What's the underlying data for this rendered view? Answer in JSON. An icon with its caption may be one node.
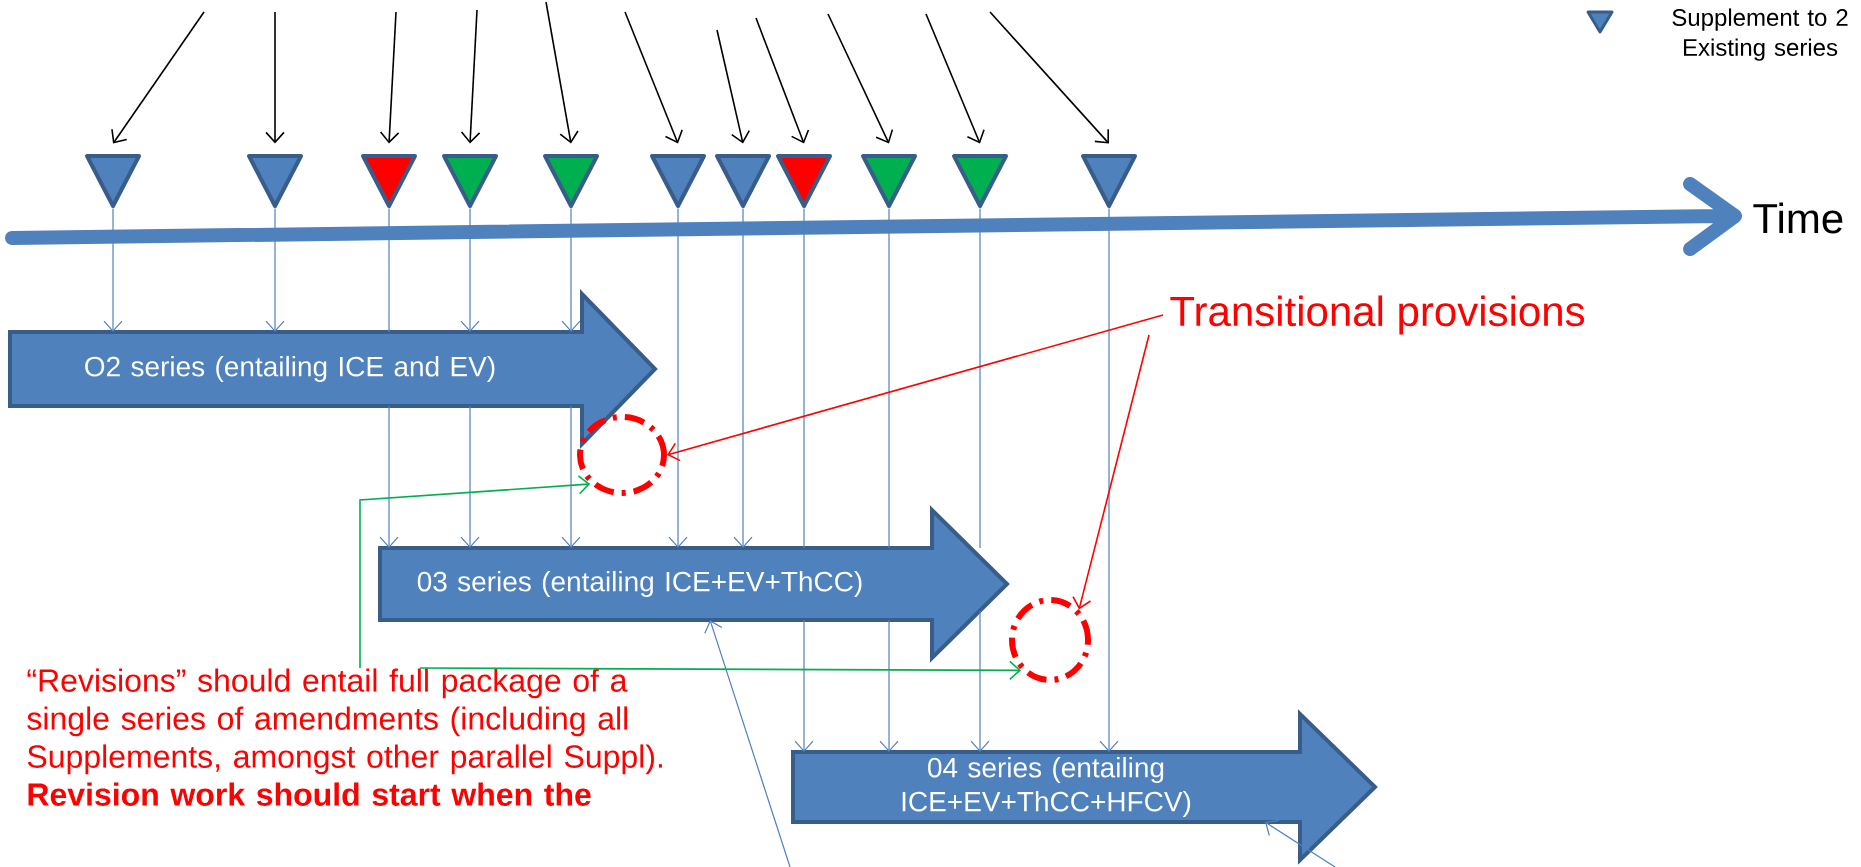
{
  "diagram": {
    "nodes": [
      {
        "text": [],
        "shape": "triangle"
      },
      {
        "text": [],
        "shape": "triangle"
      },
      {
        "text": [],
        "shape": "triangle"
      },
      {
        "text": [],
        "shape": "triangle"
      },
      {
        "text": [],
        "shape": "triangle"
      },
      {
        "text": [],
        "shape": "triangle"
      },
      {
        "text": [],
        "shape": "triangle"
      },
      {
        "text": [],
        "shape": "triangle"
      },
      {
        "text": [],
        "shape": "triangle"
      },
      {
        "text": [],
        "shape": "triangle"
      },
      {
        "text": [],
        "shape": "triangle"
      },
      {
        "text": [
          "O2 series (entailing ICE and EV)"
        ]
      },
      {
        "text": [
          "03 series (entailing ICE+EV+ThCC)"
        ]
      },
      {
        "text": [
          "04 series (entailing ICE+EV+ThCC+HFCV)"
        ]
      },
      {
        "text": [],
        "shape": "ellipse"
      },
      {
        "text": [],
        "shape": "ellipse"
      },
      {
        "text": [
          "Transitional provisions"
        ]
      },
      {
        "text": [
          "“Revisions” should entail full package of a single series of amendments (including all Supplements, amongst other parallel Suppl). **Revision work should start when the**"
        ]
      }
    ],
    "edges": [
      {
        "from": null,
        "to": 0,
        "arrow": "to",
        "color": "#000000"
      },
      {
        "from": null,
        "to": 1,
        "arrow": "to",
        "color": "#000000"
      },
      {
        "from": null,
        "to": 2,
        "arrow": "to",
        "color": "#000000"
      },
      {
        "from": null,
        "to": 3,
        "arrow": "to",
        "color": "#000000"
      },
      {
        "from": null,
        "to": 4,
        "arrow": "to",
        "color": "#000000"
      },
      {
        "from": null,
        "to": 5,
        "arrow": "to",
        "color": "#000000"
      },
      {
        "from": null,
        "to": 6,
        "arrow": "to",
        "color": "#000000"
      },
      {
        "from": null,
        "to": 7,
        "arrow": "to",
        "color": "#000000"
      },
      {
        "from": null,
        "to": 8,
        "arrow": "to",
        "color": "#000000"
      },
      {
        "from": null,
        "to": 9,
        "arrow": "to",
        "color": "#000000"
      },
      {
        "from": null,
        "to": 10,
        "arrow": "to",
        "color": "#000000"
      },
      {
        "from": 0,
        "to": 11,
        "arrow": "to"
      },
      {
        "from": 1,
        "to": 11,
        "arrow": "to"
      },
      {
        "from": 3,
        "to": 11,
        "arrow": "to"
      },
      {
        "from": 4,
        "to": 11,
        "arrow": "to"
      },
      {
        "from": 2,
        "to": 11,
        "arrow": "none"
      },
      {
        "from": 11,
        "to": 12,
        "arrow": "to"
      },
      {
        "from": 11,
        "to": 12,
        "arrow": "to"
      },
      {
        "from": 11,
        "to": 12,
        "arrow": "to"
      },
      {
        "from": 5,
        "to": 12,
        "arrow": "to"
      },
      {
        "from": 6,
        "to": 12,
        "arrow": "to"
      },
      {
        "from": 7,
        "to": 12,
        "arrow": "none"
      },
      {
        "from": 8,
        "to": 12,
        "arrow": "none"
      },
      {
        "from": 9,
        "to": 12,
        "arrow": "none"
      },
      {
        "from": 12,
        "to": 13,
        "arrow": "to"
      },
      {
        "from": 12,
        "to": 13,
        "arrow": "to"
      },
      {
        "from": 12,
        "to": 13,
        "arrow": "to"
      },
      {
        "from": 10,
        "to": 13,
        "arrow": "to"
      },
      {
        "from": null,
        "to": 12,
        "arrow": "to"
      },
      {
        "from": null,
        "to": 13,
        "arrow": "to"
      },
      {
        "from": 16,
        "to": 14,
        "arrow": "to",
        "color": "#ff0000"
      },
      {
        "from": 16,
        "to": 15,
        "arrow": "to",
        "color": "#ff0000"
      },
      {
        "from": 17,
        "to": 14,
        "arrow": "to",
        "color": "#00b050"
      },
      {
        "from": 17,
        "to": 15,
        "arrow": "to",
        "color": "#00b050"
      }
    ],
    "labels": [
      "Time"
    ],
    "legend": [
      {
        "text": "Supplement to 2 Existing series"
      }
    ]
  }
}
